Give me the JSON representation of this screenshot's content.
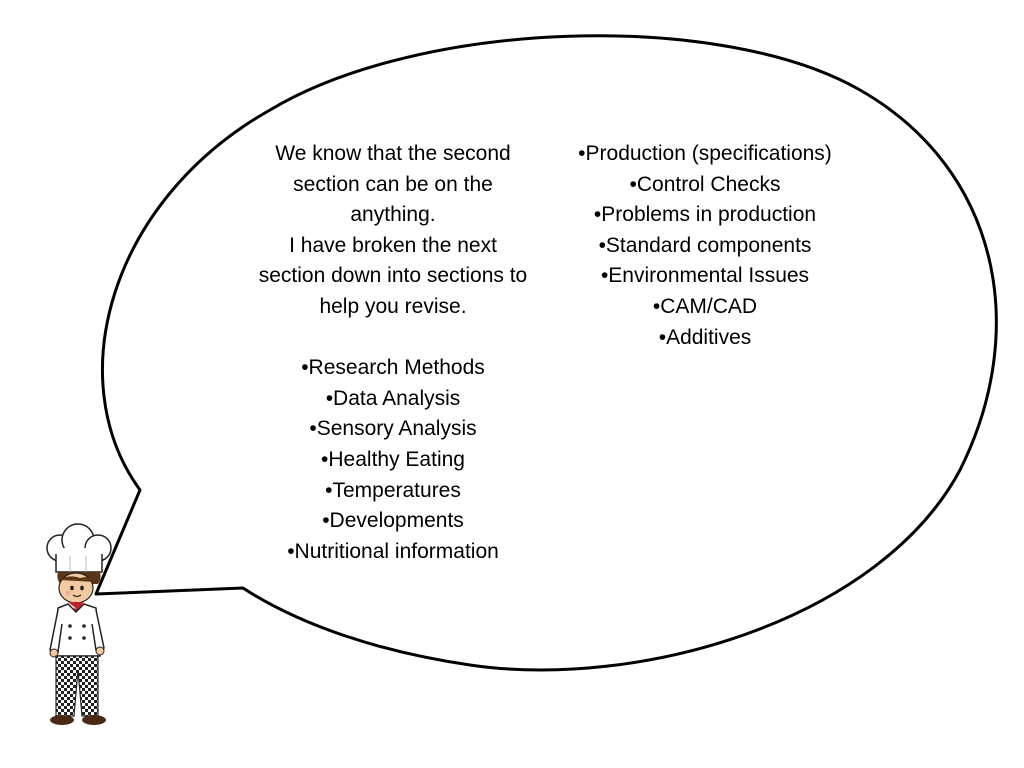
{
  "intro": {
    "lines": [
      "We know that the second",
      "section can be on the",
      "anything.",
      "I have broken the next",
      "section down into sections to",
      "help you revise."
    ]
  },
  "left_topics": [
    "•Research Methods",
    "•Data Analysis",
    "•Sensory Analysis",
    "•Healthy Eating",
    "•Temperatures",
    "•Developments",
    "•Nutritional information"
  ],
  "right_topics": [
    "•Production (specifications)",
    "•Control Checks",
    "•Problems in production",
    "•Standard components",
    "•Environmental Issues",
    "•CAM/CAD",
    "•Additives"
  ],
  "illustration": {
    "character": "chef-icon",
    "bubble": "speech-bubble",
    "colors": {
      "outline": "#000000",
      "hat": "#ffffff",
      "neckerchief": "#c0202a",
      "trousers_check": "#222222",
      "skin": "#f3c9a0",
      "hair": "#5a3516",
      "shoes": "#4a2a14"
    }
  }
}
